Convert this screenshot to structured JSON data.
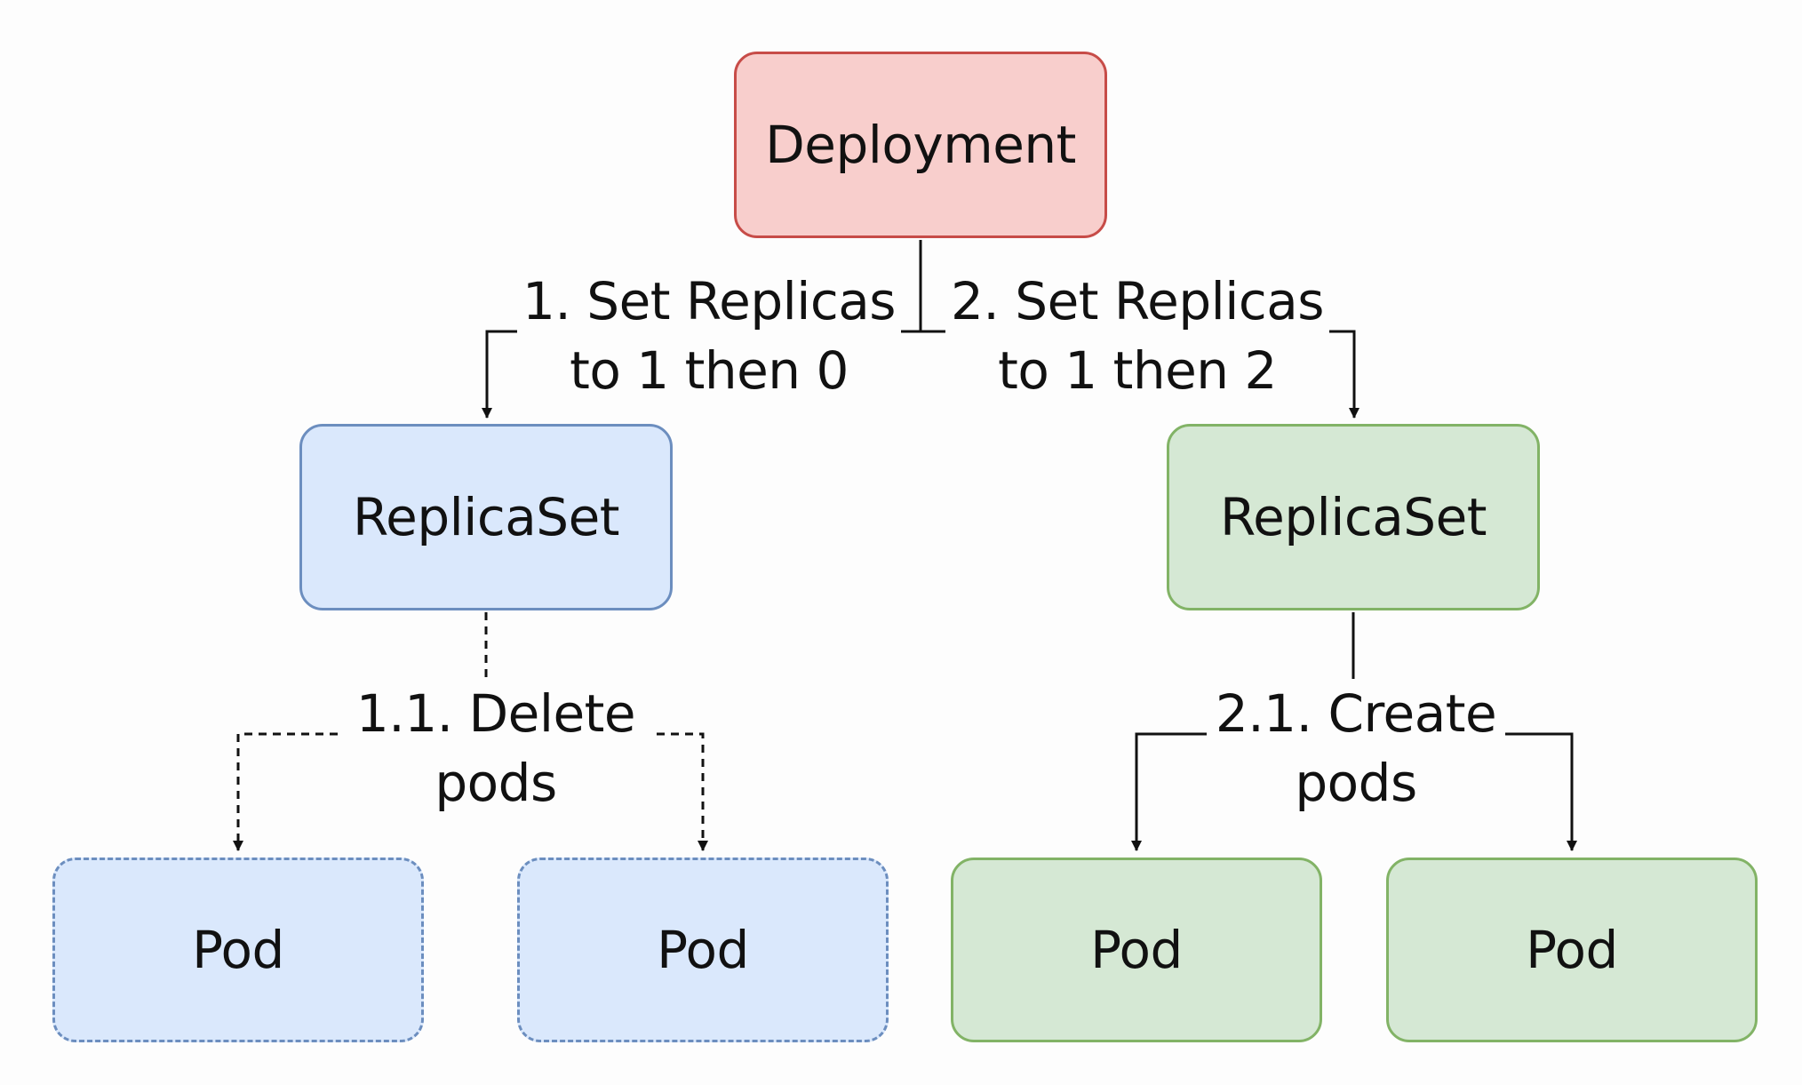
{
  "nodes": {
    "deployment": "Deployment",
    "replicaset_old": "ReplicaSet",
    "replicaset_new": "ReplicaSet",
    "pods_old": [
      "Pod",
      "Pod"
    ],
    "pods_new": [
      "Pod",
      "Pod"
    ]
  },
  "edge_labels": {
    "step1": [
      "1. Set Replicas",
      "to 1 then 0"
    ],
    "step2": [
      "2. Set Replicas",
      "to 1 then 2"
    ],
    "step1_1": [
      "1.1. Delete",
      "pods"
    ],
    "step2_1": [
      "2.1. Create",
      "pods"
    ]
  },
  "colors": {
    "deployment_fill": "#f8cecc",
    "deployment_stroke": "#c74c48",
    "old_fill": "#dae8fc",
    "old_stroke": "#6c8ebf",
    "new_fill": "#d5e8d4",
    "new_stroke": "#82b366"
  }
}
